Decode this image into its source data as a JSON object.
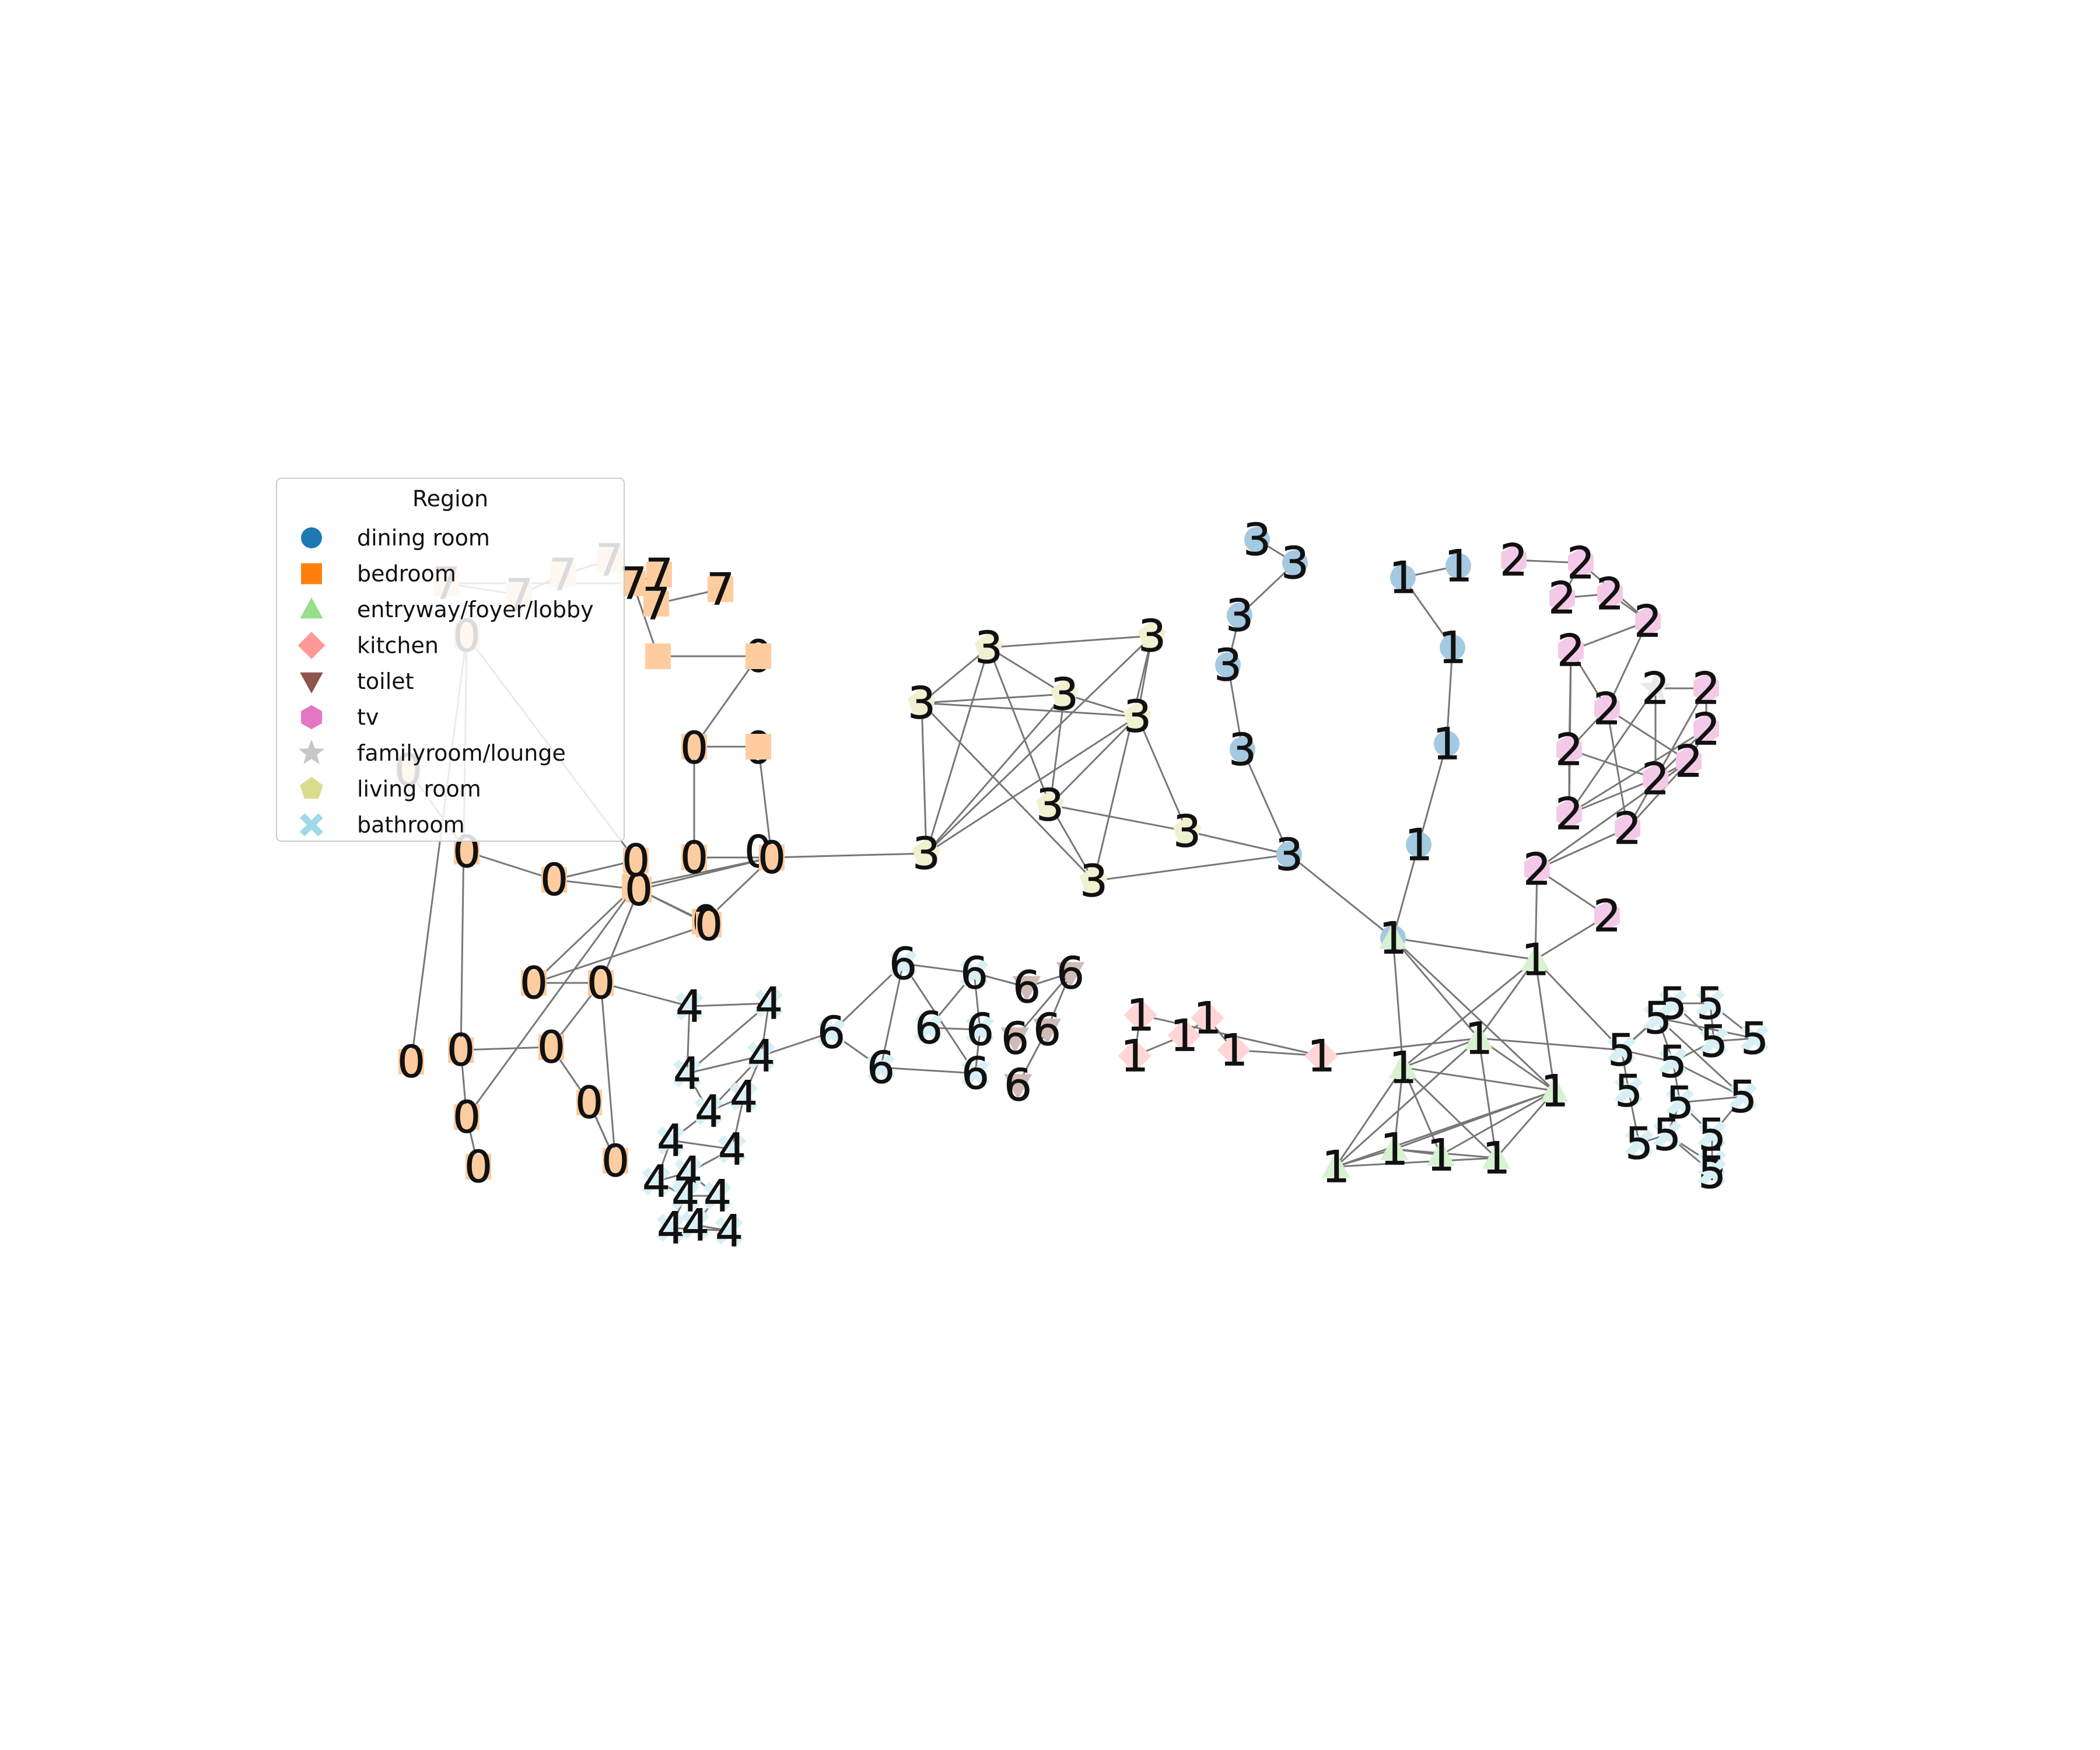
{
  "legend": {
    "title": "Region",
    "entries": [
      {
        "label": "dining room",
        "marker": "circle",
        "color": "#1f77b4"
      },
      {
        "label": "bedroom",
        "marker": "square",
        "color": "#ff7f0e"
      },
      {
        "label": "entryway/foyer/lobby",
        "marker": "triangle-up",
        "color": "#98df8a"
      },
      {
        "label": "kitchen",
        "marker": "diamond",
        "color": "#ff9896"
      },
      {
        "label": "toilet",
        "marker": "triangle-down",
        "color": "#8c564b"
      },
      {
        "label": "tv",
        "marker": "hexagon",
        "color": "#e377c2"
      },
      {
        "label": "familyroom/lounge",
        "marker": "star",
        "color": "#c7c7c7"
      },
      {
        "label": "living room",
        "marker": "pentagon",
        "color": "#dbdb8d"
      },
      {
        "label": "bathroom",
        "marker": "x",
        "color": "#9edae5"
      }
    ]
  },
  "edge_color": "#777777",
  "nodes": [
    {
      "id": "a0",
      "label": "0",
      "region": "bedroom"
    },
    {
      "id": "a1",
      "label": "0",
      "region": "bedroom"
    },
    {
      "id": "a2",
      "label": "0",
      "region": "bedroom"
    },
    {
      "id": "a3",
      "label": "0",
      "region": "bedroom"
    },
    {
      "id": "a4",
      "label": "0",
      "region": "bedroom"
    },
    {
      "id": "a5",
      "label": "0",
      "region": "bedroom"
    },
    {
      "id": "a6",
      "label": "0",
      "region": "bedroom"
    },
    {
      "id": "a7",
      "label": "0",
      "region": "bedroom"
    },
    {
      "id": "a8",
      "label": "0",
      "region": "bedroom"
    },
    {
      "id": "a9",
      "label": "0",
      "region": "bedroom"
    },
    {
      "id": "a10",
      "label": "0",
      "region": "bedroom"
    },
    {
      "id": "a11",
      "label": "0",
      "region": "bedroom"
    },
    {
      "id": "a12",
      "label": "0",
      "region": "bedroom"
    },
    {
      "id": "a13",
      "label": "0",
      "region": "bedroom"
    },
    {
      "id": "a14",
      "label": "0",
      "region": "bedroom"
    },
    {
      "id": "a15",
      "label": "0",
      "region": "bedroom"
    },
    {
      "id": "a16",
      "label": "0",
      "region": "bedroom"
    },
    {
      "id": "a17",
      "label": "0",
      "region": "bedroom"
    },
    {
      "id": "a18",
      "label": "0",
      "region": "bedroom"
    },
    {
      "id": "a19",
      "label": "0",
      "region": "bedroom"
    },
    {
      "id": "a20",
      "label": "0",
      "region": "bedroom"
    },
    {
      "id": "a21",
      "label": "0",
      "region": "bedroom"
    },
    {
      "id": "a22",
      "label": "0",
      "region": "bedroom"
    },
    {
      "id": "a23",
      "label": "0",
      "region": "bedroom"
    },
    {
      "id": "a24",
      "label": "0",
      "region": "bedroom"
    },
    {
      "id": "a25",
      "label": "0",
      "region": "bedroom"
    },
    {
      "id": "s0",
      "label": "7",
      "region": "bedroom"
    },
    {
      "id": "s1",
      "label": "7",
      "region": "bedroom"
    },
    {
      "id": "s2",
      "label": "7",
      "region": "bedroom"
    },
    {
      "id": "s3",
      "label": "7",
      "region": "bedroom"
    },
    {
      "id": "s4",
      "label": "7",
      "region": "bedroom"
    },
    {
      "id": "s5",
      "label": "7",
      "region": "bedroom"
    },
    {
      "id": "s6",
      "label": "7",
      "region": "bedroom"
    },
    {
      "id": "s7",
      "label": "7",
      "region": "bedroom"
    },
    {
      "id": "d0",
      "label": "3",
      "region": "living room"
    },
    {
      "id": "d1",
      "label": "3",
      "region": "living room"
    },
    {
      "id": "d2",
      "label": "3",
      "region": "living room"
    },
    {
      "id": "d3",
      "label": "3",
      "region": "living room"
    },
    {
      "id": "d4",
      "label": "3",
      "region": "living room"
    },
    {
      "id": "d5",
      "label": "3",
      "region": "living room"
    },
    {
      "id": "d6",
      "label": "3",
      "region": "living room"
    },
    {
      "id": "d7",
      "label": "3",
      "region": "living room"
    },
    {
      "id": "d8",
      "label": "3",
      "region": "living room"
    },
    {
      "id": "d9",
      "label": "3",
      "region": "dining room"
    },
    {
      "id": "d10",
      "label": "3",
      "region": "dining room"
    },
    {
      "id": "d11",
      "label": "3",
      "region": "dining room"
    },
    {
      "id": "d12",
      "label": "3",
      "region": "dining room"
    },
    {
      "id": "d13",
      "label": "3",
      "region": "dining room"
    },
    {
      "id": "d14",
      "label": "3",
      "region": "dining room"
    },
    {
      "id": "b0",
      "label": "1",
      "region": "dining room"
    },
    {
      "id": "b1",
      "label": "1",
      "region": "dining room"
    },
    {
      "id": "b2",
      "label": "1",
      "region": "dining room"
    },
    {
      "id": "b3",
      "label": "1",
      "region": "dining room"
    },
    {
      "id": "b4",
      "label": "1",
      "region": "dining room"
    },
    {
      "id": "b5",
      "label": "1",
      "region": "dining room"
    },
    {
      "id": "b6",
      "label": "1",
      "region": "entryway/foyer/lobby"
    },
    {
      "id": "b7",
      "label": "1",
      "region": "entryway/foyer/lobby"
    },
    {
      "id": "b8",
      "label": "1",
      "region": "entryway/foyer/lobby"
    },
    {
      "id": "b9",
      "label": "1",
      "region": "entryway/foyer/lobby"
    },
    {
      "id": "b10",
      "label": "1",
      "region": "entryway/foyer/lobby"
    },
    {
      "id": "b11",
      "label": "1",
      "region": "entryway/foyer/lobby"
    },
    {
      "id": "b12",
      "label": "1",
      "region": "entryway/foyer/lobby"
    },
    {
      "id": "b13",
      "label": "1",
      "region": "entryway/foyer/lobby"
    },
    {
      "id": "b14",
      "label": "1",
      "region": "entryway/foyer/lobby"
    },
    {
      "id": "b15",
      "label": "1",
      "region": "kitchen"
    },
    {
      "id": "b16",
      "label": "1",
      "region": "kitchen"
    },
    {
      "id": "b17",
      "label": "1",
      "region": "kitchen"
    },
    {
      "id": "b18",
      "label": "1",
      "region": "kitchen"
    },
    {
      "id": "b19",
      "label": "1",
      "region": "kitchen"
    },
    {
      "id": "b20",
      "label": "1",
      "region": "kitchen"
    },
    {
      "id": "c0",
      "label": "2",
      "region": "tv"
    },
    {
      "id": "c1",
      "label": "2",
      "region": "tv"
    },
    {
      "id": "c2",
      "label": "2",
      "region": "tv"
    },
    {
      "id": "c3",
      "label": "2",
      "region": "tv"
    },
    {
      "id": "c4",
      "label": "2",
      "region": "tv"
    },
    {
      "id": "c5",
      "label": "2",
      "region": "tv"
    },
    {
      "id": "c6",
      "label": "2",
      "region": "tv"
    },
    {
      "id": "c7",
      "label": "2",
      "region": "tv"
    },
    {
      "id": "c8",
      "label": "2",
      "region": "tv"
    },
    {
      "id": "c9",
      "label": "2",
      "region": "tv"
    },
    {
      "id": "c10",
      "label": "2",
      "region": "familyroom/lounge"
    },
    {
      "id": "c11",
      "label": "2",
      "region": "tv"
    },
    {
      "id": "c12",
      "label": "2",
      "region": "tv"
    },
    {
      "id": "c13",
      "label": "2",
      "region": "tv"
    },
    {
      "id": "c14",
      "label": "2",
      "region": "tv"
    },
    {
      "id": "c15",
      "label": "2",
      "region": "tv"
    },
    {
      "id": "c16",
      "label": "2",
      "region": "tv"
    },
    {
      "id": "e0",
      "label": "4",
      "region": "bathroom"
    },
    {
      "id": "e1",
      "label": "4",
      "region": "bathroom"
    },
    {
      "id": "e2",
      "label": "4",
      "region": "bathroom"
    },
    {
      "id": "e3",
      "label": "4",
      "region": "bathroom"
    },
    {
      "id": "e4",
      "label": "4",
      "region": "bathroom"
    },
    {
      "id": "e5",
      "label": "4",
      "region": "bathroom"
    },
    {
      "id": "e6",
      "label": "4",
      "region": "bathroom"
    },
    {
      "id": "e7",
      "label": "4",
      "region": "bathroom"
    },
    {
      "id": "e8",
      "label": "4",
      "region": "bathroom"
    },
    {
      "id": "e9",
      "label": "4",
      "region": "bathroom"
    },
    {
      "id": "e10",
      "label": "4",
      "region": "bathroom"
    },
    {
      "id": "e11",
      "label": "4",
      "region": "bathroom"
    },
    {
      "id": "e12",
      "label": "4",
      "region": "bathroom"
    },
    {
      "id": "e13",
      "label": "4",
      "region": "bathroom"
    },
    {
      "id": "e14",
      "label": "4",
      "region": "bathroom"
    },
    {
      "id": "g0",
      "label": "6",
      "region": "bathroom"
    },
    {
      "id": "g1",
      "label": "6",
      "region": "bathroom"
    },
    {
      "id": "g2",
      "label": "6",
      "region": "bathroom"
    },
    {
      "id": "g3",
      "label": "6",
      "region": "bathroom"
    },
    {
      "id": "g4",
      "label": "6",
      "region": "bathroom"
    },
    {
      "id": "g5",
      "label": "6",
      "region": "bathroom"
    },
    {
      "id": "g6",
      "label": "6",
      "region": "bathroom"
    },
    {
      "id": "g7",
      "label": "6",
      "region": "toilet"
    },
    {
      "id": "g8",
      "label": "6",
      "region": "toilet"
    },
    {
      "id": "g9",
      "label": "6",
      "region": "toilet"
    },
    {
      "id": "g10",
      "label": "6",
      "region": "toilet"
    },
    {
      "id": "g11",
      "label": "6",
      "region": "toilet"
    },
    {
      "id": "f0",
      "label": "5",
      "region": "bathroom"
    },
    {
      "id": "f1",
      "label": "5",
      "region": "bathroom"
    },
    {
      "id": "f2",
      "label": "5",
      "region": "bathroom"
    },
    {
      "id": "f3",
      "label": "5",
      "region": "bathroom"
    },
    {
      "id": "f4",
      "label": "5",
      "region": "bathroom"
    },
    {
      "id": "f5",
      "label": "5",
      "region": "bathroom"
    },
    {
      "id": "f6",
      "label": "5",
      "region": "bathroom"
    },
    {
      "id": "f7",
      "label": "5",
      "region": "bathroom"
    },
    {
      "id": "f8",
      "label": "5",
      "region": "bathroom"
    },
    {
      "id": "f9",
      "label": "5",
      "region": "bathroom"
    },
    {
      "id": "f10",
      "label": "5",
      "region": "bathroom"
    },
    {
      "id": "f11",
      "label": "5",
      "region": "bathroom"
    },
    {
      "id": "f12",
      "label": "5",
      "region": "bathroom"
    },
    {
      "id": "f13",
      "label": "5",
      "region": "bathroom"
    },
    {
      "id": "f14",
      "label": "5",
      "region": "bathroom"
    }
  ],
  "edges": [
    [
      "a0",
      "a1"
    ],
    [
      "a1",
      "a2"
    ],
    [
      "a2",
      "a3"
    ],
    [
      "a2",
      "a4"
    ],
    [
      "a3",
      "a5"
    ],
    [
      "a4",
      "a5"
    ],
    [
      "a5",
      "a6"
    ],
    [
      "a5",
      "a8"
    ],
    [
      "a6",
      "a7"
    ],
    [
      "a6",
      "a9"
    ],
    [
      "a7",
      "a9"
    ],
    [
      "a8",
      "a9"
    ],
    [
      "a9",
      "a10"
    ],
    [
      "a9",
      "a11"
    ],
    [
      "a9",
      "a12"
    ],
    [
      "a10",
      "a12"
    ],
    [
      "a11",
      "a12"
    ],
    [
      "a10",
      "a13"
    ],
    [
      "a11",
      "a13"
    ],
    [
      "a8",
      "a13"
    ],
    [
      "a7",
      "a12"
    ],
    [
      "a8",
      "a12"
    ],
    [
      "a12",
      "a14"
    ],
    [
      "a12",
      "a15"
    ],
    [
      "a14",
      "a15"
    ],
    [
      "a14",
      "a16"
    ],
    [
      "a15",
      "a17"
    ],
    [
      "a16",
      "a18"
    ],
    [
      "a17",
      "a19"
    ],
    [
      "a17",
      "a20"
    ],
    [
      "a19",
      "a21"
    ],
    [
      "a21",
      "a22"
    ],
    [
      "a19",
      "a23"
    ],
    [
      "a23",
      "a24"
    ],
    [
      "a24",
      "a25"
    ],
    [
      "a25",
      "a10"
    ],
    [
      "a25",
      "a24"
    ],
    [
      "a23",
      "a10"
    ],
    [
      "a21",
      "a8"
    ],
    [
      "a0",
      "s4"
    ],
    [
      "s4",
      "s5"
    ],
    [
      "s5",
      "s6"
    ],
    [
      "s6",
      "s7"
    ],
    [
      "s0",
      "s1"
    ],
    [
      "s1",
      "s2"
    ],
    [
      "s2",
      "s3"
    ],
    [
      "s3",
      "s4"
    ],
    [
      "s4",
      "s0"
    ],
    [
      "a6",
      "d0"
    ],
    [
      "d0",
      "d1"
    ],
    [
      "d0",
      "d2"
    ],
    [
      "d0",
      "d3"
    ],
    [
      "d0",
      "d4"
    ],
    [
      "d0",
      "d5"
    ],
    [
      "d1",
      "d2"
    ],
    [
      "d1",
      "d3"
    ],
    [
      "d1",
      "d4"
    ],
    [
      "d1",
      "d7"
    ],
    [
      "d2",
      "d3"
    ],
    [
      "d2",
      "d5"
    ],
    [
      "d2",
      "d6"
    ],
    [
      "d3",
      "d5"
    ],
    [
      "d3",
      "d7"
    ],
    [
      "d4",
      "d5"
    ],
    [
      "d4",
      "d6"
    ],
    [
      "d5",
      "d8"
    ],
    [
      "d5",
      "d7"
    ],
    [
      "d6",
      "d7"
    ],
    [
      "d7",
      "d8"
    ],
    [
      "d8",
      "d9"
    ],
    [
      "d6",
      "d9"
    ],
    [
      "d9",
      "d10"
    ],
    [
      "d10",
      "d11"
    ],
    [
      "d11",
      "d12"
    ],
    [
      "d12",
      "d13"
    ],
    [
      "d13",
      "d14"
    ],
    [
      "d9",
      "b10"
    ],
    [
      "b0",
      "b1"
    ],
    [
      "b0",
      "b2"
    ],
    [
      "b2",
      "b3"
    ],
    [
      "b3",
      "b4"
    ],
    [
      "b4",
      "b5"
    ],
    [
      "b5",
      "b10"
    ],
    [
      "b10",
      "b11"
    ],
    [
      "b10",
      "b12"
    ],
    [
      "b10",
      "b9"
    ],
    [
      "b10",
      "b14"
    ],
    [
      "b11",
      "b9"
    ],
    [
      "b11",
      "b12"
    ],
    [
      "b11",
      "c16"
    ],
    [
      "b11",
      "c15"
    ],
    [
      "b11",
      "b14"
    ],
    [
      "b11",
      "f0"
    ],
    [
      "b9",
      "b12"
    ],
    [
      "b9",
      "b13"
    ],
    [
      "b9",
      "b6"
    ],
    [
      "b9",
      "f0"
    ],
    [
      "b9",
      "b14"
    ],
    [
      "b12",
      "b6"
    ],
    [
      "b12",
      "b7"
    ],
    [
      "b12",
      "b8"
    ],
    [
      "b12",
      "b13"
    ],
    [
      "b12",
      "b14"
    ],
    [
      "b14",
      "b7"
    ],
    [
      "b14",
      "b8"
    ],
    [
      "b14",
      "b6"
    ],
    [
      "b6",
      "b7"
    ],
    [
      "b7",
      "b8"
    ],
    [
      "b13",
      "b6"
    ],
    [
      "b13",
      "b7"
    ],
    [
      "b13",
      "b14"
    ],
    [
      "b9",
      "b20"
    ],
    [
      "b20",
      "b19"
    ],
    [
      "b19",
      "b18"
    ],
    [
      "b18",
      "b17"
    ],
    [
      "b17",
      "b15"
    ],
    [
      "b15",
      "b16"
    ],
    [
      "b16",
      "b20"
    ],
    [
      "c16",
      "c15"
    ],
    [
      "c15",
      "c14"
    ],
    [
      "c15",
      "c13"
    ],
    [
      "c14",
      "c6"
    ],
    [
      "c14",
      "c9"
    ],
    [
      "c13",
      "c12"
    ],
    [
      "c13",
      "c6"
    ],
    [
      "c13",
      "c14"
    ],
    [
      "c12",
      "c11"
    ],
    [
      "c12",
      "c8"
    ],
    [
      "c12",
      "c9"
    ],
    [
      "c11",
      "c10"
    ],
    [
      "c11",
      "c9"
    ],
    [
      "c10",
      "c9"
    ],
    [
      "c10",
      "c8"
    ],
    [
      "c9",
      "c7"
    ],
    [
      "c9",
      "c8"
    ],
    [
      "c8",
      "c7"
    ],
    [
      "c8",
      "c5"
    ],
    [
      "c6",
      "c5"
    ],
    [
      "c6",
      "c4"
    ],
    [
      "c6",
      "c7"
    ],
    [
      "c5",
      "c4"
    ],
    [
      "c4",
      "c3"
    ],
    [
      "c4",
      "c1"
    ],
    [
      "c3",
      "c2"
    ],
    [
      "c2",
      "c1"
    ],
    [
      "c1",
      "c0"
    ],
    [
      "c5",
      "c7"
    ],
    [
      "c13",
      "c9"
    ],
    [
      "a10",
      "e0"
    ],
    [
      "e0",
      "e1"
    ],
    [
      "e0",
      "e2"
    ],
    [
      "e1",
      "e3"
    ],
    [
      "e1",
      "e2"
    ],
    [
      "e2",
      "e3"
    ],
    [
      "e3",
      "g0"
    ],
    [
      "e3",
      "e4"
    ],
    [
      "e2",
      "e4"
    ],
    [
      "e4",
      "e5"
    ],
    [
      "e3",
      "e5"
    ],
    [
      "e4",
      "e6"
    ],
    [
      "e5",
      "e7"
    ],
    [
      "e6",
      "e7"
    ],
    [
      "e6",
      "e8"
    ],
    [
      "e7",
      "e9"
    ],
    [
      "e8",
      "e9"
    ],
    [
      "e8",
      "e10"
    ],
    [
      "e9",
      "e11"
    ],
    [
      "e10",
      "e12"
    ],
    [
      "e11",
      "e13"
    ],
    [
      "e12",
      "e14"
    ],
    [
      "e13",
      "e14"
    ],
    [
      "e10",
      "e11"
    ],
    [
      "g0",
      "g1"
    ],
    [
      "g0",
      "g3"
    ],
    [
      "g1",
      "g2"
    ],
    [
      "g1",
      "g3"
    ],
    [
      "g1",
      "g6"
    ],
    [
      "g2",
      "g4"
    ],
    [
      "g2",
      "g5"
    ],
    [
      "g3",
      "g6"
    ],
    [
      "g4",
      "g5"
    ],
    [
      "g5",
      "g6"
    ],
    [
      "g2",
      "g7"
    ],
    [
      "g7",
      "g8"
    ],
    [
      "g8",
      "g9"
    ],
    [
      "g8",
      "g10"
    ],
    [
      "g10",
      "g11"
    ],
    [
      "g5",
      "g6"
    ],
    [
      "f0",
      "f1"
    ],
    [
      "f0",
      "f5"
    ],
    [
      "f0",
      "f8"
    ],
    [
      "f0",
      "f6"
    ],
    [
      "f1",
      "f2"
    ],
    [
      "f1",
      "f3"
    ],
    [
      "f1",
      "f5"
    ],
    [
      "f2",
      "f3"
    ],
    [
      "f2",
      "f4"
    ],
    [
      "f3",
      "f4"
    ],
    [
      "f3",
      "f6"
    ],
    [
      "f4",
      "f5"
    ],
    [
      "f5",
      "f6"
    ],
    [
      "f5",
      "f7"
    ],
    [
      "f6",
      "f7"
    ],
    [
      "f7",
      "f9"
    ],
    [
      "f7",
      "f10"
    ],
    [
      "f8",
      "f11"
    ],
    [
      "f9",
      "f10"
    ],
    [
      "f9",
      "f12"
    ],
    [
      "f10",
      "f13"
    ],
    [
      "f11",
      "f12"
    ],
    [
      "f12",
      "f13"
    ],
    [
      "f13",
      "f14"
    ],
    [
      "f12",
      "f14"
    ],
    [
      "f6",
      "f9"
    ]
  ]
}
